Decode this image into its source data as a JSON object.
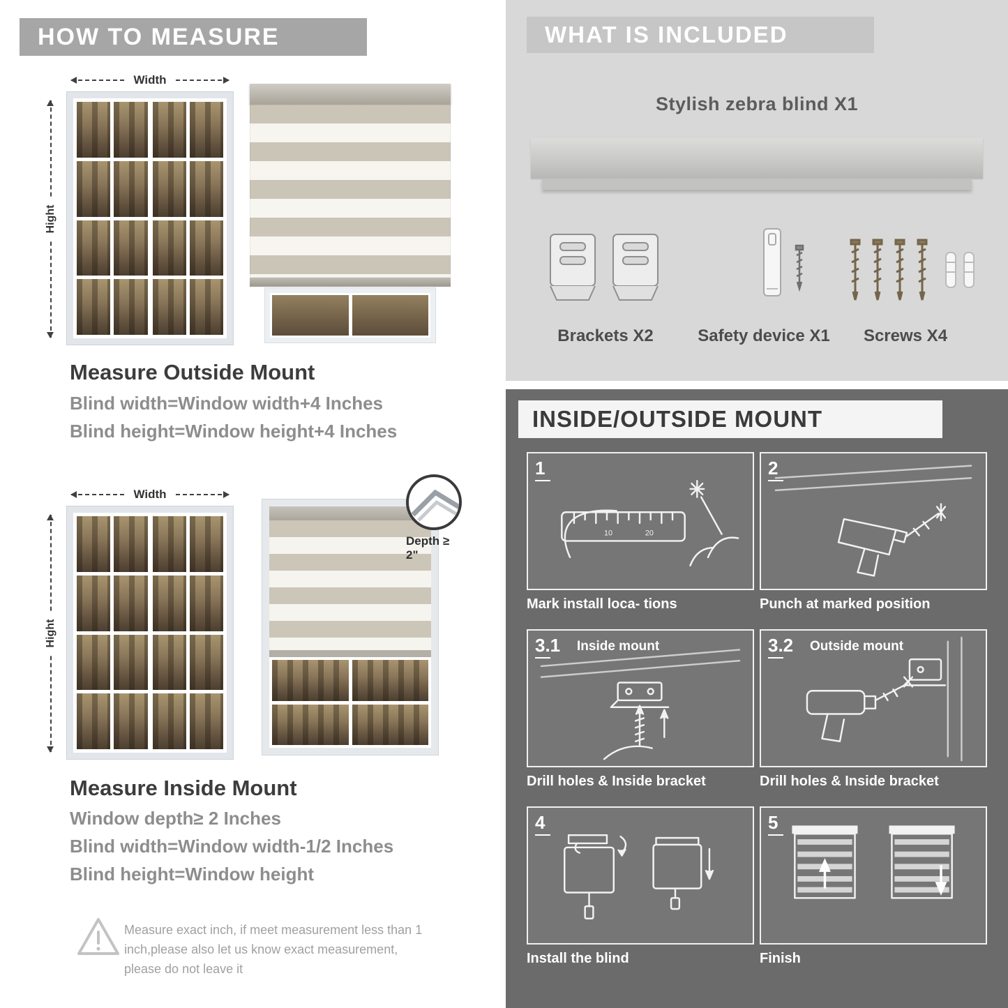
{
  "colors": {
    "banner_gray": "#a6a6a6",
    "panel_light": "#d8d8d8",
    "band_gray": "#c6c6c6",
    "panel_dark": "#6b6b6b",
    "heading_text": "#3c3c3c",
    "muted_text": "#8d8d8d"
  },
  "left": {
    "header": "HOW TO MEASURE",
    "outside": {
      "width_label": "Width",
      "height_label": "Hight",
      "title": "Measure Outside Mount",
      "lines": [
        "Blind width=Window width+4 Inches",
        "Blind height=Window height+4 Inches"
      ]
    },
    "inside": {
      "width_label": "Width",
      "height_label": "Hight",
      "depth_label": "Depth ≥ 2\"",
      "title": "Measure Inside Mount",
      "lines": [
        "Window depth≥ 2 Inches",
        "Blind width=Window width-1/2 Inches",
        "Blind height=Window height"
      ]
    },
    "warning": "Measure exact inch, if meet measurement less than 1 inch,please also let us know exact measurement, please do not leave it"
  },
  "right": {
    "included": {
      "header": "WHAT IS INCLUDED",
      "blind_label": "Stylish zebra blind X1",
      "items": [
        {
          "label": "Brackets X2"
        },
        {
          "label": "Safety device X1"
        },
        {
          "label": "Screws X4"
        }
      ]
    },
    "mount": {
      "header": "INSIDE/OUTSIDE MOUNT",
      "steps": [
        {
          "num": "1",
          "caption": "Mark install loca- tions"
        },
        {
          "num": "2",
          "caption": "Punch at  marked position"
        },
        {
          "num": "3.1",
          "label": "Inside mount",
          "caption": "Drill holes &  Inside bracket"
        },
        {
          "num": "3.2",
          "label": "Outside mount",
          "caption": "Drill holes &  Inside bracket"
        },
        {
          "num": "4",
          "caption": "Install the blind"
        },
        {
          "num": "5",
          "caption": "Finish"
        }
      ]
    }
  }
}
